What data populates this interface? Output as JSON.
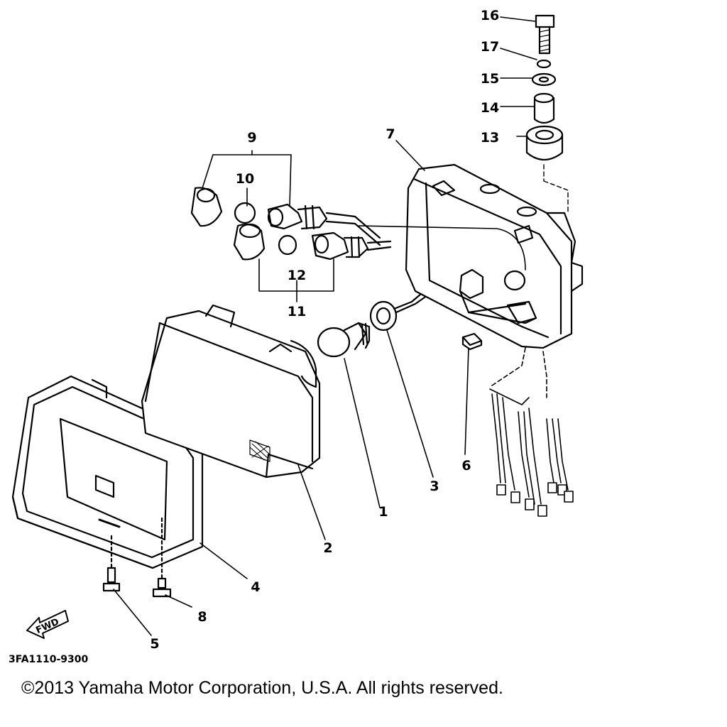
{
  "diagram": {
    "callouts": {
      "c1": "1",
      "c2": "2",
      "c3": "3",
      "c4": "4",
      "c5": "5",
      "c6": "6",
      "c7": "7",
      "c8": "8",
      "c9": "9",
      "c10": "10",
      "c11": "11",
      "c12": "12",
      "c13": "13",
      "c14": "14",
      "c15": "15",
      "c16": "16",
      "c17": "17"
    },
    "fwd_label": "FWD",
    "part_code": "3FA1110-9300"
  },
  "footer": {
    "copyright": "©2013 Yamaha Motor Corporation, U.S.A. All rights reserved."
  }
}
